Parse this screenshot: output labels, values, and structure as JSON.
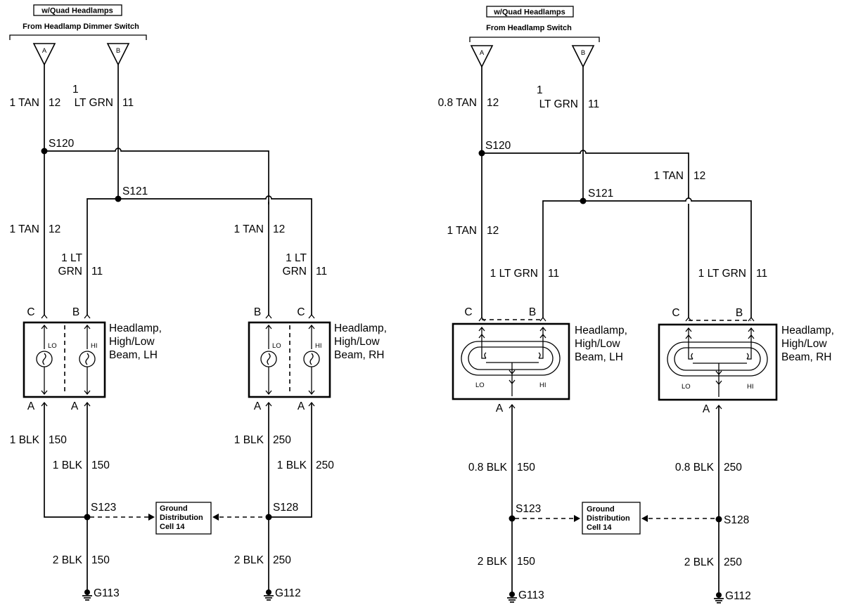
{
  "left": {
    "header_box": "w/Quad Headlamps",
    "source_label": "From Headlamp Dimmer Switch",
    "conn_a": "A",
    "conn_b": "B",
    "top_a_wire": "1 TAN",
    "top_a_circuit": "12",
    "top_b_size": "1",
    "top_b_color": "LT GRN",
    "top_b_circuit": "11",
    "splice_1": "S120",
    "splice_2": "S121",
    "lh_tan_wire": "1 TAN",
    "lh_tan_circuit": "12",
    "lh_grn_wire_1": "1 LT",
    "lh_grn_wire_2": "GRN",
    "lh_grn_circuit": "11",
    "rh_tan_wire": "1 TAN",
    "rh_tan_circuit": "12",
    "rh_grn_wire_1": "1 LT",
    "rh_grn_wire_2": "GRN",
    "rh_grn_circuit": "11",
    "lh_pin_c": "C",
    "lh_pin_b": "B",
    "rh_pin_b": "B",
    "rh_pin_c": "C",
    "lh_lo": "LO",
    "lh_hi": "HI",
    "rh_lo": "LO",
    "rh_hi": "HI",
    "lh_name_1": "Headlamp,",
    "lh_name_2": "High/Low",
    "lh_name_3": "Beam, LH",
    "rh_name_1": "Headlamp,",
    "rh_name_2": "High/Low",
    "rh_name_3": "Beam, RH",
    "lh_pin_a1": "A",
    "lh_pin_a2": "A",
    "rh_pin_a1": "A",
    "rh_pin_a2": "A",
    "lh_blk1_wire": "1 BLK",
    "lh_blk1_circuit": "150",
    "lh_blk2_wire": "1 BLK",
    "lh_blk2_circuit": "150",
    "rh_blk1_wire": "1 BLK",
    "rh_blk1_circuit": "250",
    "rh_blk2_wire": "1 BLK",
    "rh_blk2_circuit": "250",
    "splice_3": "S123",
    "splice_4": "S128",
    "gd_1": "Ground",
    "gd_2": "Distribution",
    "gd_3": "Cell 14",
    "lh_gnd_wire": "2 BLK",
    "lh_gnd_circuit": "150",
    "rh_gnd_wire": "2 BLK",
    "rh_gnd_circuit": "250",
    "ground_lh": "G113",
    "ground_rh": "G112"
  },
  "right": {
    "header_box": "w/Quad Headlamps",
    "source_label": "From Headlamp Switch",
    "conn_a": "A",
    "conn_b": "B",
    "top_a_wire": "0.8 TAN",
    "top_a_circuit": "12",
    "top_b_size": "1",
    "top_b_color": "LT GRN",
    "top_b_circuit": "11",
    "splice_1": "S120",
    "splice_2": "S121",
    "mid_tan_wire": "1 TAN",
    "mid_tan_circuit": "12",
    "lh_tan_wire": "1 TAN",
    "lh_tan_circuit": "12",
    "lh_grn_wire": "1 LT GRN",
    "lh_grn_circuit": "11",
    "rh_grn_wire": "1 LT GRN",
    "rh_grn_circuit": "11",
    "lh_pin_c": "C",
    "lh_pin_b": "B",
    "rh_pin_c": "C",
    "rh_pin_b": "B",
    "lh_lo": "LO",
    "lh_hi": "HI",
    "rh_lo": "LO",
    "rh_hi": "HI",
    "lh_name_1": "Headlamp,",
    "lh_name_2": "High/Low",
    "lh_name_3": "Beam, LH",
    "rh_name_1": "Headlamp,",
    "rh_name_2": "High/Low",
    "rh_name_3": "Beam, RH",
    "lh_pin_a": "A",
    "rh_pin_a": "A",
    "lh_blk_wire": "0.8 BLK",
    "lh_blk_circuit": "150",
    "rh_blk_wire": "0.8 BLK",
    "rh_blk_circuit": "250",
    "splice_3": "S123",
    "splice_4": "S128",
    "gd_1": "Ground",
    "gd_2": "Distribution",
    "gd_3": "Cell 14",
    "lh_gnd_wire": "2 BLK",
    "lh_gnd_circuit": "150",
    "rh_gnd_wire": "2 BLK",
    "rh_gnd_circuit": "250",
    "ground_lh": "G113",
    "ground_rh": "G112"
  }
}
